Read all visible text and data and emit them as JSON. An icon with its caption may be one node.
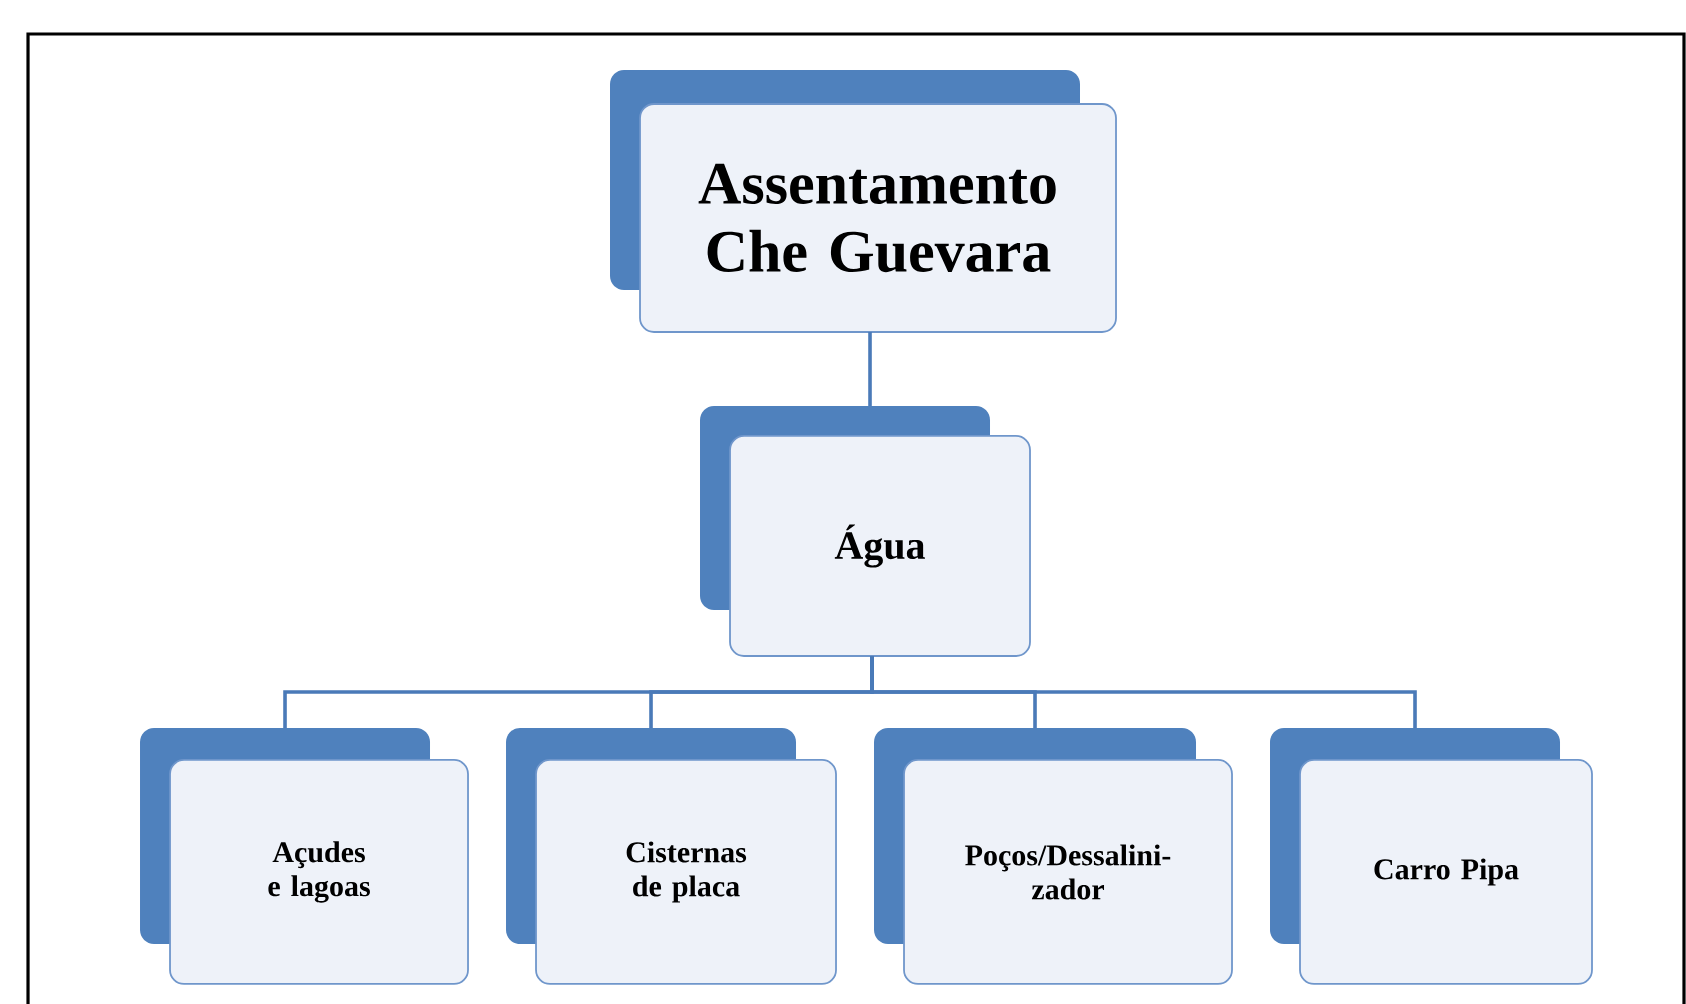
{
  "diagram": {
    "nodes": [
      {
        "text": [
          "Assentamento Che Guevara"
        ]
      },
      {
        "text": [
          "Água"
        ]
      },
      {
        "text": [
          "Açudes e lagoas"
        ]
      },
      {
        "text": [
          "Cisternas de placa"
        ]
      },
      {
        "text": [
          "Poços/Dessalini- zador"
        ]
      },
      {
        "text": [
          "Carro Pipa"
        ]
      }
    ],
    "edges": [
      {
        "from": 0,
        "to": 1,
        "arrow": "none"
      },
      {
        "from": 1,
        "to": 2,
        "arrow": "none"
      },
      {
        "from": 1,
        "to": 3,
        "arrow": "none"
      },
      {
        "from": 1,
        "to": 4,
        "arrow": "none"
      },
      {
        "from": 1,
        "to": 5,
        "arrow": "none"
      }
    ]
  }
}
